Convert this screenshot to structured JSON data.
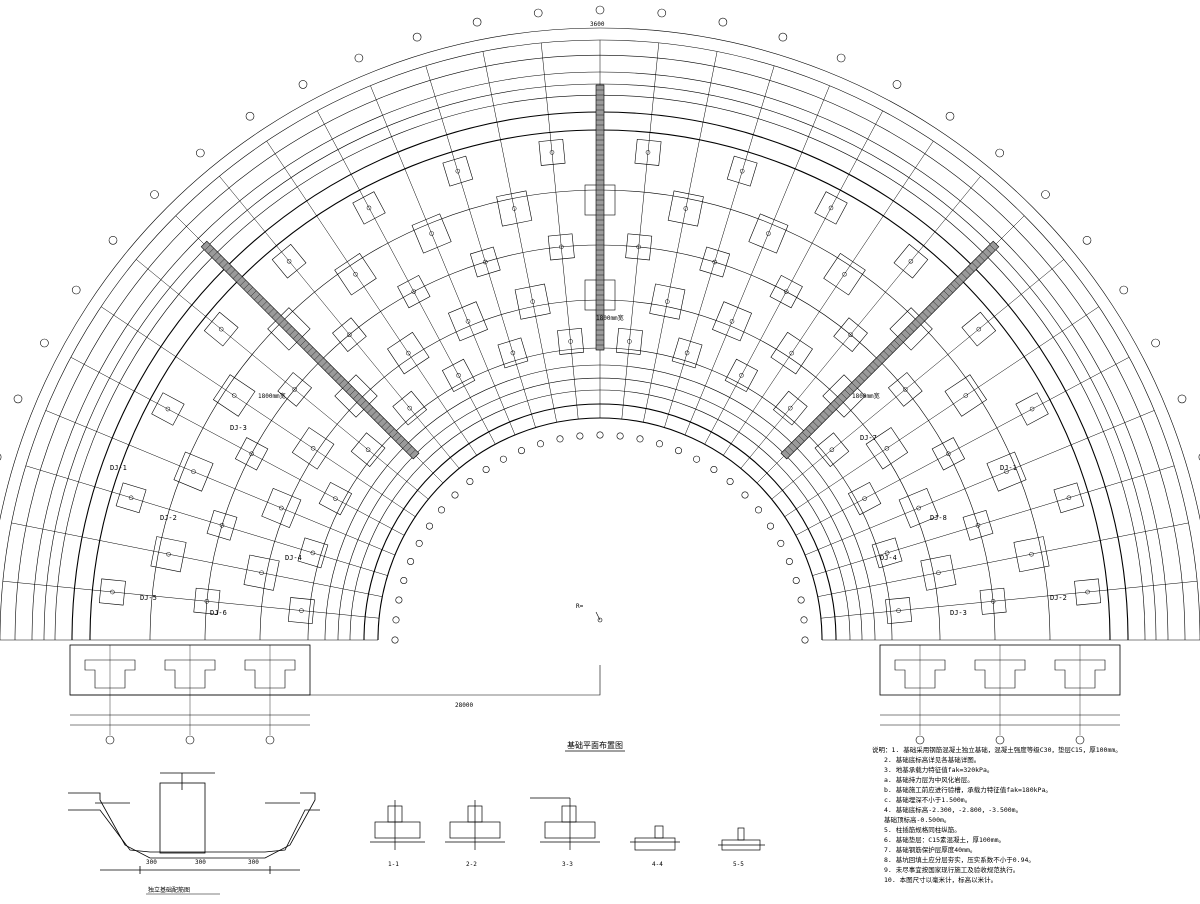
{
  "plan": {
    "caption": "基础平面布置图",
    "radius_label": "R=",
    "bottom_dimension": "28000",
    "top_dimension": "3600",
    "footing_labels": [
      "DJ-1",
      "DJ-2",
      "DJ-3",
      "DJ-4",
      "DJ-5",
      "DJ-6",
      "DJ-7",
      "DJ-8"
    ],
    "wall_dimension": "1800mm宽"
  },
  "details": {
    "main_caption": "独立基础配筋图",
    "section_captions": [
      "1-1",
      "2-2",
      "3-3",
      "4-4",
      "5-5"
    ],
    "dims": [
      "300",
      "300",
      "300"
    ]
  },
  "notes": {
    "lines": [
      "说明：1. 基础采用钢筋混凝土独立基础，混凝土强度等级C30，垫层C15，厚100mm。",
      "2. 基础底标高详见各基础详图。",
      "3. 地基承载力特征值fak=320kPa。",
      "   a. 基础持力层为中风化岩层。",
      "   b. 基础施工前应进行验槽，承载力特征值fak=180kPa。",
      "   c. 基础埋深不小于1.500m。",
      "4. 基础底标高-2.300，-2.800，-3.500m。",
      "   基础顶标高-0.500m。",
      "5. 柱插筋规格同柱纵筋。",
      "6. 基础垫层：C15素混凝土，厚100mm。",
      "7. 基础钢筋保护层厚度40mm。",
      "8. 基坑回填土应分层夯实，压实系数不小于0.94。",
      "9. 未尽事宜按国家现行施工及验收规范执行。",
      "10. 本图尺寸以毫米计，标高以米计。"
    ]
  }
}
